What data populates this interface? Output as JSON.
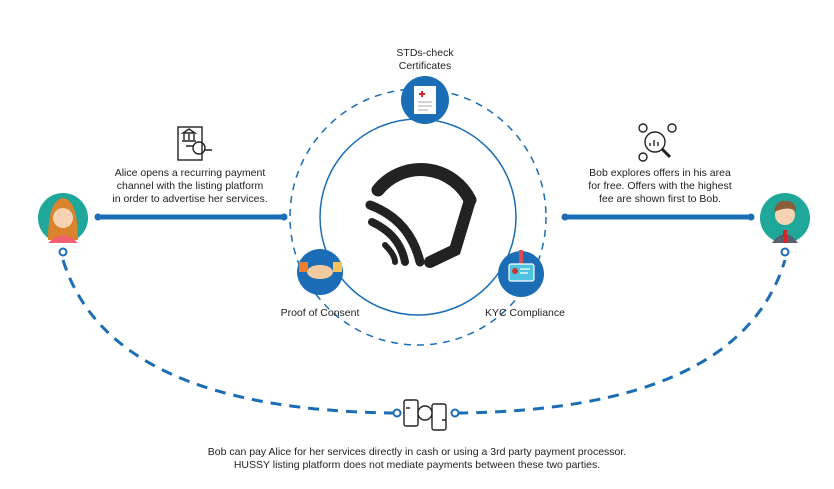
{
  "top_node": {
    "label_line1": "STDs-check",
    "label_line2": "Certificates",
    "icon": "certificate-icon"
  },
  "left_node": {
    "icon": "bank-payment-icon",
    "lines": [
      "Alice opens a recurring payment",
      "channel with the listing platform",
      "in order to advertise her services."
    ],
    "avatar": "alice-avatar"
  },
  "right_node": {
    "icon": "search-analytics-icon",
    "lines": [
      "Bob explores offers in his area",
      "for free. Offers with the highest",
      "fee are shown first to Bob."
    ],
    "avatar": "bob-avatar"
  },
  "consent": {
    "label": "Proof of Consent",
    "icon": "handshake-icon"
  },
  "kyc": {
    "label": "KYC Compliance",
    "icon": "id-badge-icon"
  },
  "bottom": {
    "icon": "mobile-payment-icon",
    "lines": [
      "Bob can pay Alice for her services directly in cash or using a 3rd party payment processor.",
      "HUSSY listing platform does not mediate payments between these two parties."
    ]
  },
  "colors": {
    "blue": "#1b6db5",
    "teal": "#1fa79a",
    "dark": "#222222"
  }
}
